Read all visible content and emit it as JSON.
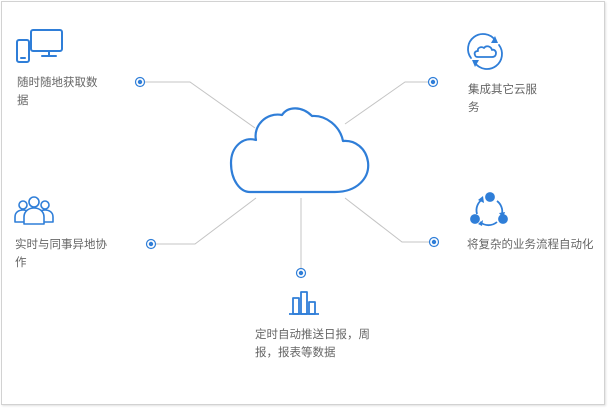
{
  "colors": {
    "accent": "#2f7ed8",
    "connector": "#bdbdbd",
    "label_text": "#666666"
  },
  "icons": {
    "center": "cloud-icon",
    "top_left": "devices-icon",
    "middle_left": "people-group-icon",
    "top_right": "cloud-sync-icon",
    "middle_right": "workflow-cycle-icon",
    "bottom": "bar-chart-icon"
  },
  "labels": {
    "top_left": "随时随地获取数据",
    "middle_left": "实时与同事异地协作",
    "top_right": "集成其它云服务",
    "middle_right": "将复杂的业务流程自动化",
    "bottom": "定时自动推送日报，周报，报表等数据"
  }
}
